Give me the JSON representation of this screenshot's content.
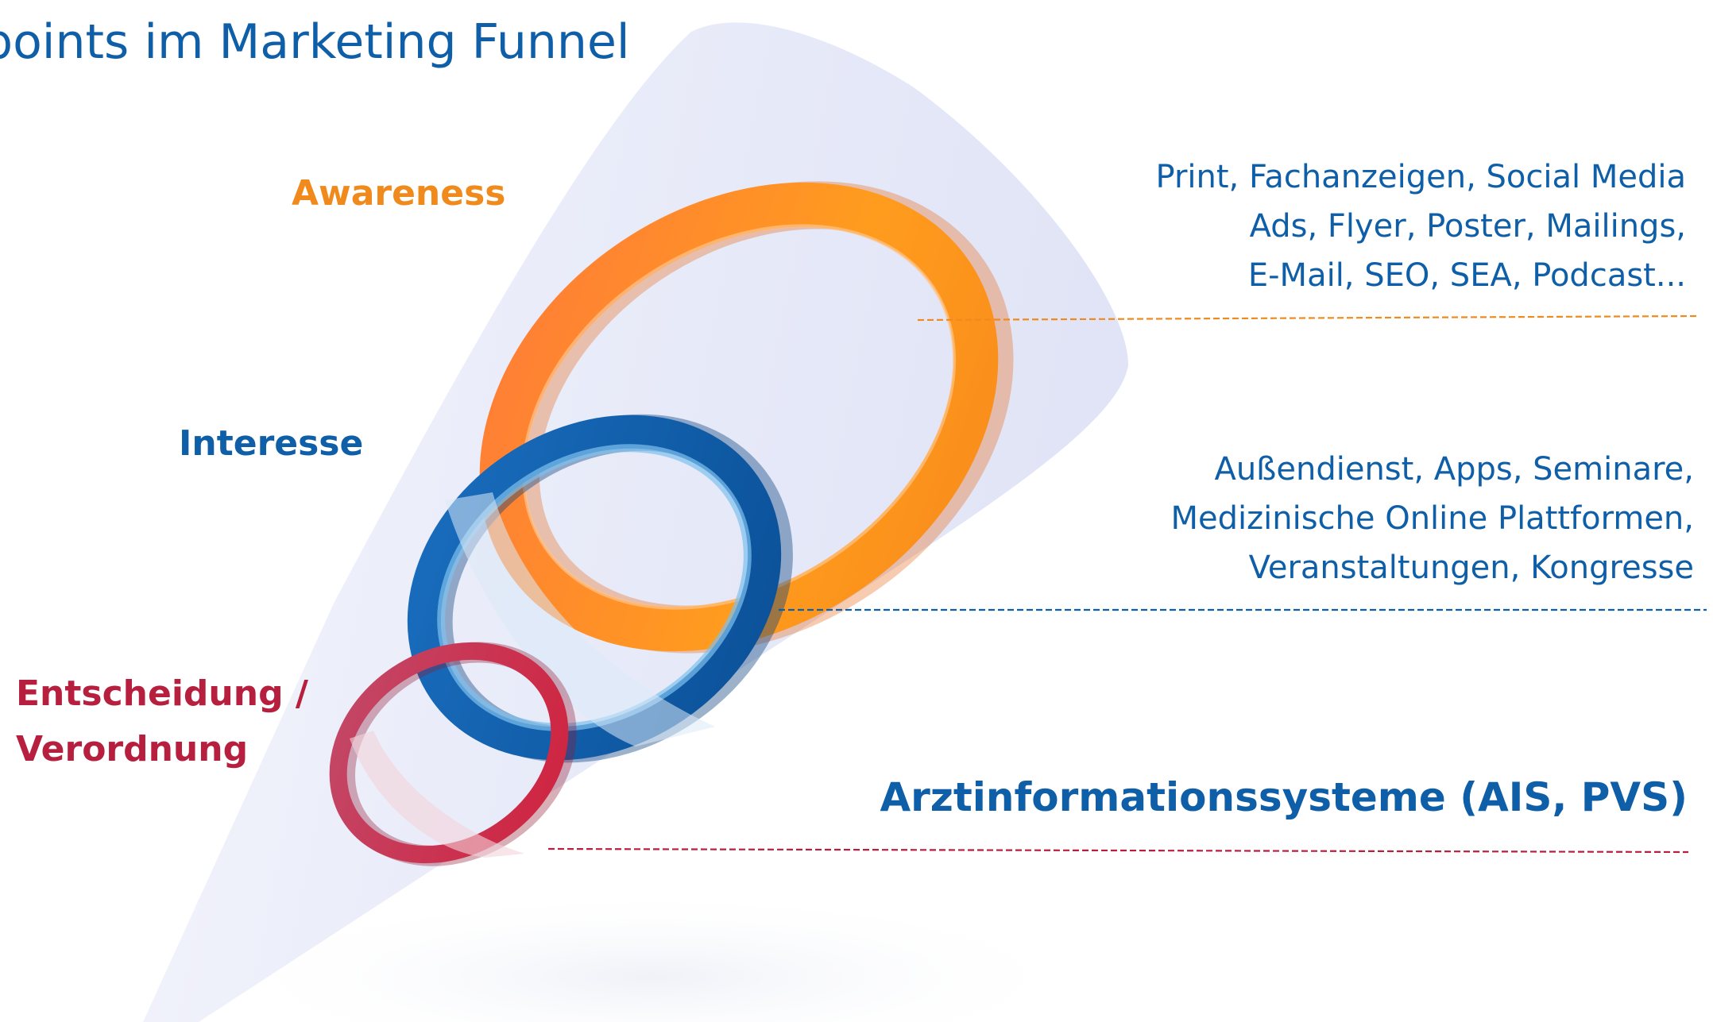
{
  "title": "points im Marketing Funnel",
  "stages": {
    "awareness": {
      "label": "Awareness",
      "color": "#f5951f"
    },
    "interesse": {
      "label": "Interesse",
      "color": "#0f5fa8"
    },
    "entscheidung": {
      "label_line1": "Entscheidung /",
      "label_line2": "Verordnung",
      "color": "#c2213f"
    }
  },
  "channels": {
    "awareness": [
      "Print, Fachanzeigen, Social Media",
      "Ads, Flyer, Poster, Mailings,",
      "E-Mail, SEO, SEA, Podcast..."
    ],
    "interesse": [
      "Außendienst, Apps, Seminare,",
      "Medizinische Online Plattformen,",
      "Veranstaltungen, Kongresse"
    ],
    "entscheidung": "Arztinformationssysteme (AIS, PVS)"
  },
  "colors": {
    "funnel": "#e8ebf8",
    "text_blue": "#0f5fa8"
  }
}
